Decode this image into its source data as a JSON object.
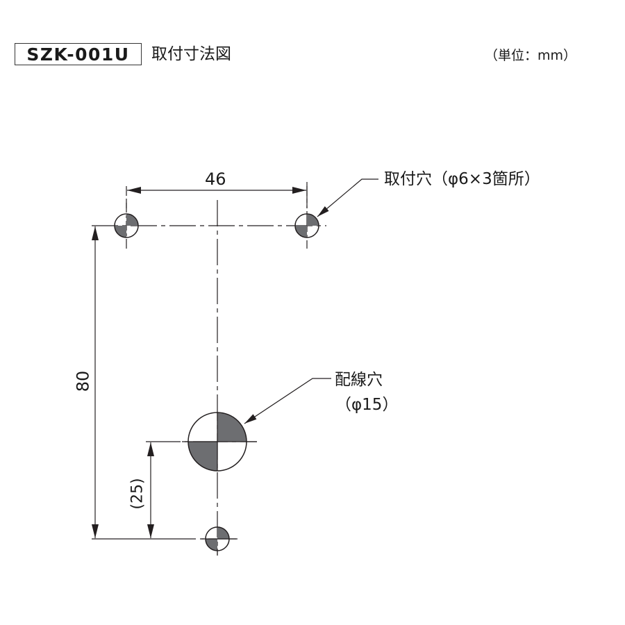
{
  "header": {
    "model": "SZK-001U",
    "title": "取付寸法図",
    "unit": "（単位：mm）"
  },
  "drawing": {
    "dimensions": {
      "horizontal_spacing": "46",
      "vertical_spacing": "80",
      "wiring_hole_offset": "(25)"
    },
    "callouts": {
      "mounting_holes": "取付穴（φ6×3箇所）",
      "wiring_hole_line1": "配線穴",
      "wiring_hole_line2": "（φ15）"
    },
    "holes": [
      {
        "name": "mounting-hole-top-left",
        "diameter": "6"
      },
      {
        "name": "mounting-hole-top-right",
        "diameter": "6"
      },
      {
        "name": "mounting-hole-bottom",
        "diameter": "6"
      },
      {
        "name": "wiring-hole",
        "diameter": "15"
      }
    ],
    "colors": {
      "line": "#231f20",
      "fill_quadrant": "#6d6e71"
    }
  }
}
